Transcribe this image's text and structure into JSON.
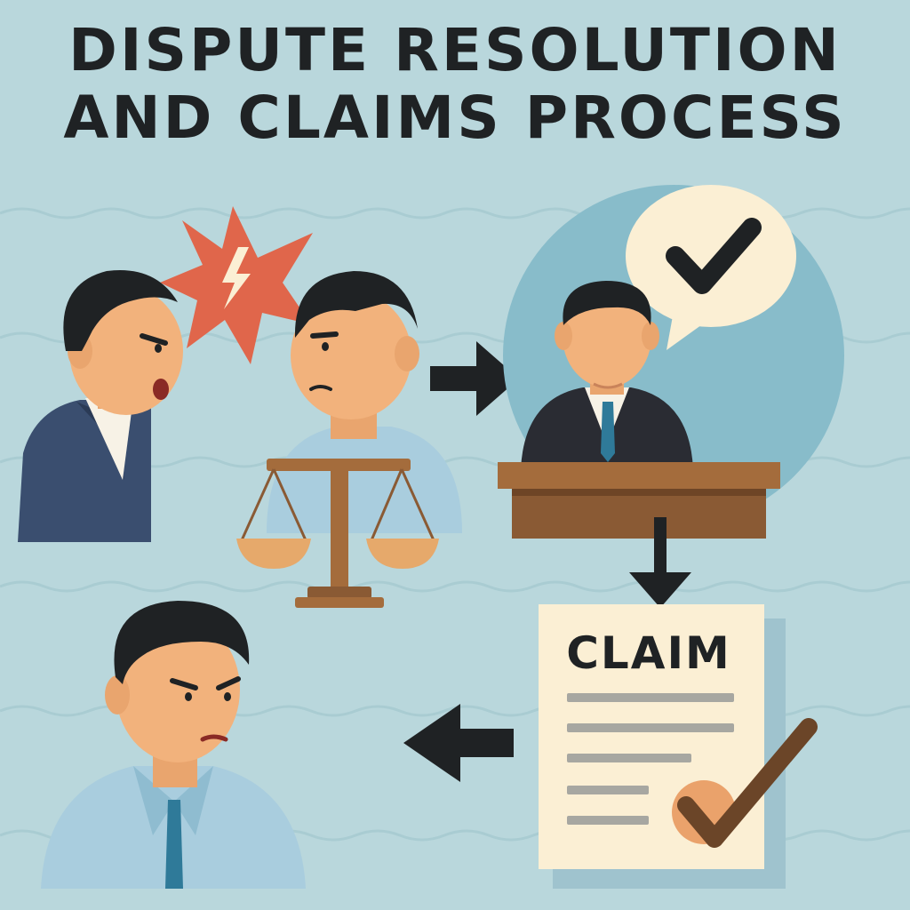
{
  "title": {
    "line1": "DISPUTE RESOLUTION",
    "line2": "AND CLAIMS PROCESS"
  },
  "claim_document": {
    "label": "CLAIM"
  },
  "colors": {
    "background": "#b9d7dc",
    "ink": "#1f2224",
    "conflict_burst": "#e0664b",
    "suit": "#3a4e6f",
    "skin": "#f2b27c",
    "wood": "#8a5a34",
    "paper": "#fbefd4",
    "check": "#6b4528"
  },
  "icons": [
    "conflict-burst-icon",
    "lightning-icon",
    "balance-scale-icon",
    "speech-bubble-check-icon",
    "judge-podium-icon",
    "claim-document-icon",
    "approval-check-icon",
    "arrow-right-icon",
    "arrow-down-icon",
    "arrow-left-icon"
  ]
}
